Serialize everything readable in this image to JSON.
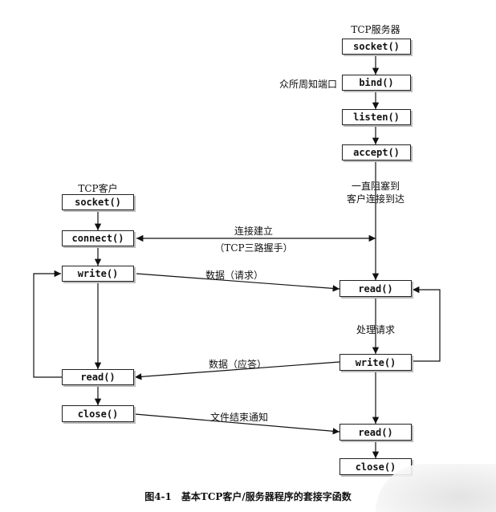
{
  "server": {
    "title": "TCP服务器",
    "calls": {
      "socket": "socket()",
      "bind": "bind()",
      "listen": "listen()",
      "accept": "accept()",
      "read1": "read()",
      "write": "write()",
      "read2": "read()",
      "close": "close()"
    },
    "bind_note": "众所周知端口",
    "block_note_1": "一直阻塞到",
    "block_note_2": "客户连接到达",
    "process_note": "处理请求"
  },
  "client": {
    "title": "TCP客户",
    "calls": {
      "socket": "socket()",
      "connect": "connect()",
      "write": "write()",
      "read": "read()",
      "close": "close()"
    }
  },
  "messages": {
    "connect_1": "连接建立",
    "connect_2": "（TCP三路握手）",
    "request": "数据（请求）",
    "reply": "数据（应答）",
    "eof": "文件结束通知"
  },
  "caption": "图4-1　基本TCP客户/服务器程序的套接字函数"
}
